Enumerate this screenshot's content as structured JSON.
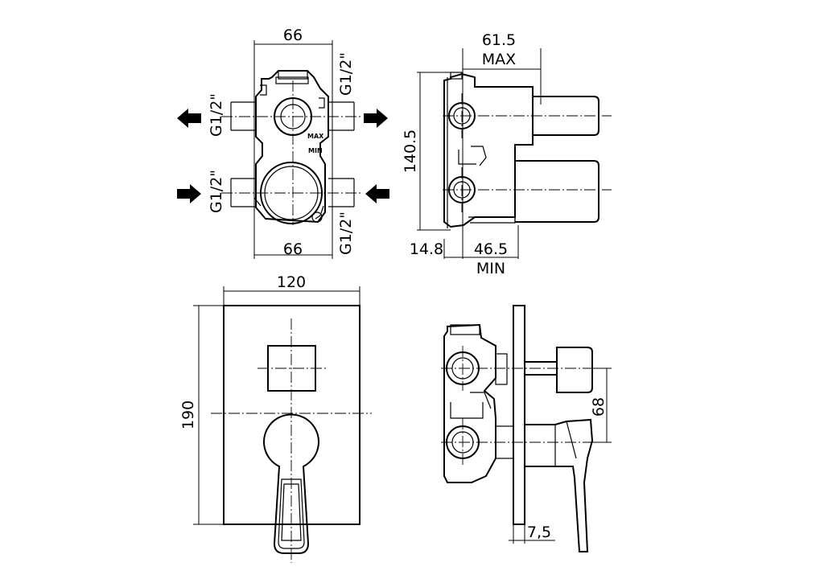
{
  "labels": {
    "top_width": "66",
    "bottom_width": "66",
    "thread_left_top": "G1/2\"",
    "thread_left_bottom": "G1/2\"",
    "thread_right_top": "G1/2\"",
    "thread_right_bottom": "G1/2\"",
    "body_max": "MAX",
    "body_min": "MIN",
    "depth_max_value": "61.5",
    "depth_max_label": "MAX",
    "height_side": "140.5",
    "offset_wall": "14.8",
    "depth_min_value": "46.5",
    "depth_min_label": "MIN",
    "plate_width": "120",
    "plate_height": "190",
    "axis_distance": "68",
    "plate_thickness": "7,5"
  },
  "flow_arrows": [
    {
      "id": "top-left",
      "direction": "out"
    },
    {
      "id": "top-right",
      "direction": "out"
    },
    {
      "id": "bottom-left",
      "direction": "in"
    },
    {
      "id": "bottom-right",
      "direction": "in"
    }
  ]
}
